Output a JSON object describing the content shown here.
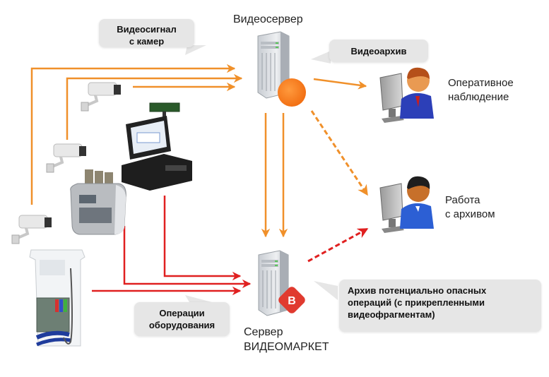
{
  "title": "Видеосервер",
  "callouts": {
    "video_signal": [
      "Видеосигнал",
      "с камер"
    ],
    "video_archive": "Видеоархив",
    "equipment_ops": [
      "Операции",
      "оборудования"
    ],
    "dangerous_ops_archive": [
      "Архив потенциально опасных",
      "операций (с прикрепленными",
      "видеофрагментам)"
    ]
  },
  "nodes": {
    "video_server": {
      "label": "Видеосервер",
      "icon": "server-icon",
      "badge": "orange-circle"
    },
    "videomarket_server": {
      "label_line1": "Сервер",
      "label_line2": "ВИДЕОМАРКЕТ",
      "icon": "server-icon",
      "badge_letter": "В"
    },
    "operator_live": {
      "label_line1": "Оперативное",
      "label_line2": "наблюдение",
      "icon": "operator-icon"
    },
    "operator_archive": {
      "label_line1": "Работа",
      "label_line2": "с архивом",
      "icon": "operator-icon"
    },
    "cameras": [
      "camera-icon",
      "camera-icon",
      "camera-icon"
    ],
    "equipment": [
      "pos-terminal-icon",
      "banknote-counter-icon",
      "fuel-dispenser-icon"
    ]
  },
  "colors": {
    "video_flow": "#f0902a",
    "ops_flow": "#e02020",
    "callout_bg": "#e6e6e6",
    "orange_badge": "#f57f20",
    "red_badge": "#e03a2f"
  }
}
